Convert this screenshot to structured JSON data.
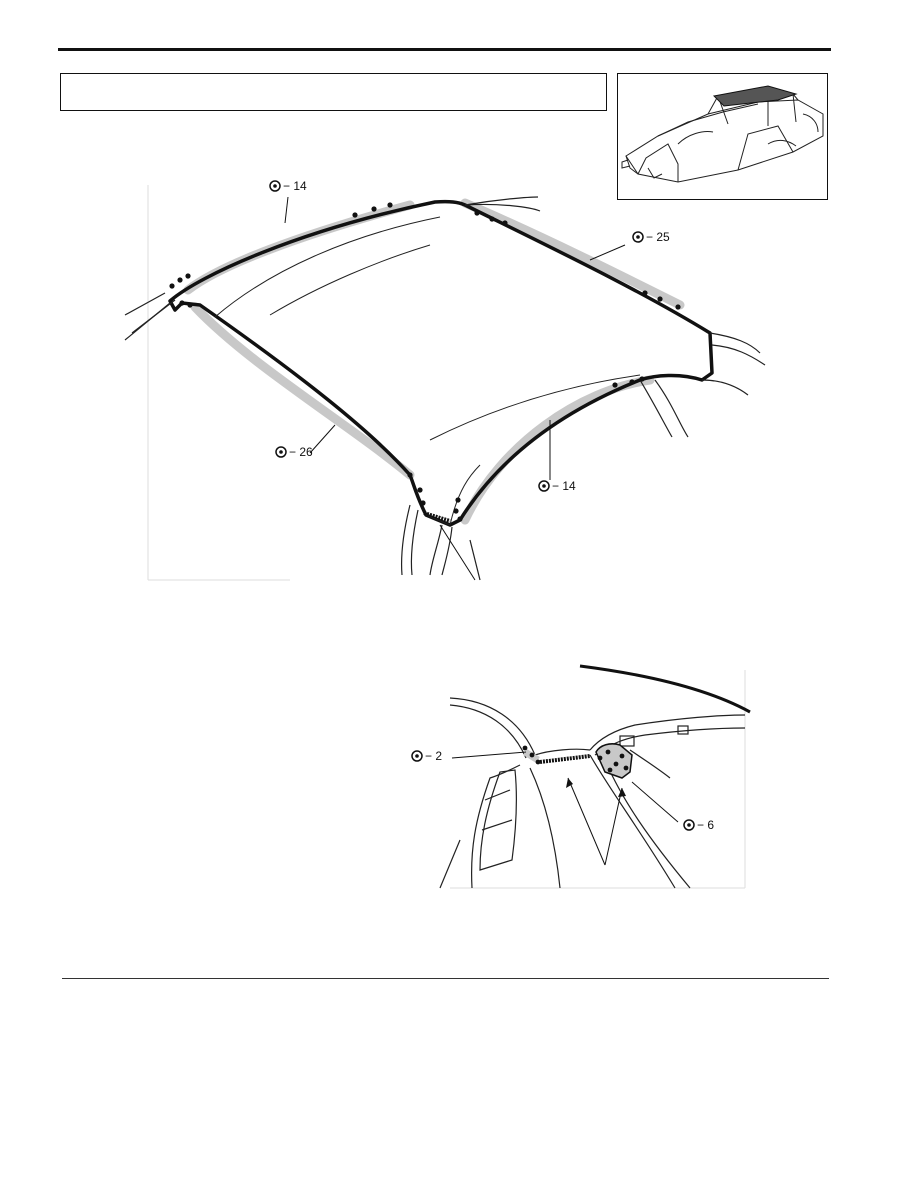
{
  "callouts": {
    "roof_left_front": {
      "symbol": "spot-weld-symbol",
      "label": "− 14"
    },
    "roof_right_front": {
      "symbol": "spot-weld-symbol",
      "label": "− 25"
    },
    "roof_left_rear": {
      "symbol": "spot-weld-symbol",
      "label": "− 26"
    },
    "roof_right_rear": {
      "symbol": "spot-weld-symbol",
      "label": "− 14"
    },
    "detail_left": {
      "symbol": "spot-weld-symbol",
      "label": "− 2"
    },
    "detail_right": {
      "symbol": "spot-weld-symbol",
      "label": "− 6"
    }
  },
  "colors": {
    "line": "#111111",
    "sealer_band": "#c8c8c8",
    "paper": "#ffffff"
  }
}
